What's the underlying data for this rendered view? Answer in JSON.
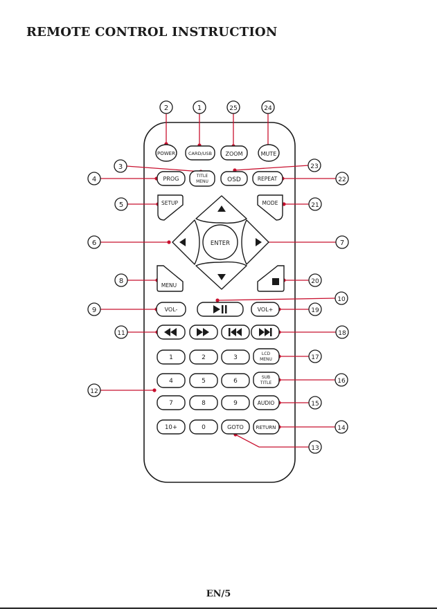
{
  "page": {
    "title": "REMOTE CONTROL INSTRUCTION",
    "page_number": "EN/5"
  },
  "colors": {
    "callout_red": "#c8102e",
    "outline": "#1a1a1a"
  },
  "buttons": {
    "power": "POWER",
    "card_usb": "CARD/USB",
    "zoom": "ZOOM",
    "mute": "MUTE",
    "title_menu_1": "TITLE",
    "title_menu_2": "MENU",
    "osd": "OSD",
    "prog": "PROG",
    "repeat": "REPEAT",
    "setup": "SETUP",
    "mode": "MODE",
    "enter": "ENTER",
    "menu": "MENU",
    "vol_minus": "VOL-",
    "vol_plus": "VOL+",
    "num_1": "1",
    "num_2": "2",
    "num_3": "3",
    "num_4": "4",
    "num_5": "5",
    "num_6": "6",
    "num_7": "7",
    "num_8": "8",
    "num_9": "9",
    "num_10plus": "10+",
    "num_0": "0",
    "goto": "GOTO",
    "lcd_menu_1": "LCD",
    "lcd_menu_2": "MENU",
    "subtitle_1": "SUB",
    "subtitle_2": "TITLE",
    "audio": "AUDIO",
    "return": "RETURN"
  },
  "callouts": {
    "c1": "1",
    "c2": "2",
    "c3": "3",
    "c4": "4",
    "c5": "5",
    "c6": "6",
    "c7": "7",
    "c8": "8",
    "c9": "9",
    "c10": "10",
    "c11": "11",
    "c12": "12",
    "c13": "13",
    "c14": "14",
    "c15": "15",
    "c16": "16",
    "c17": "17",
    "c18": "18",
    "c19": "19",
    "c20": "20",
    "c21": "21",
    "c22": "22",
    "c23": "23",
    "c24": "24",
    "c25": "25"
  }
}
